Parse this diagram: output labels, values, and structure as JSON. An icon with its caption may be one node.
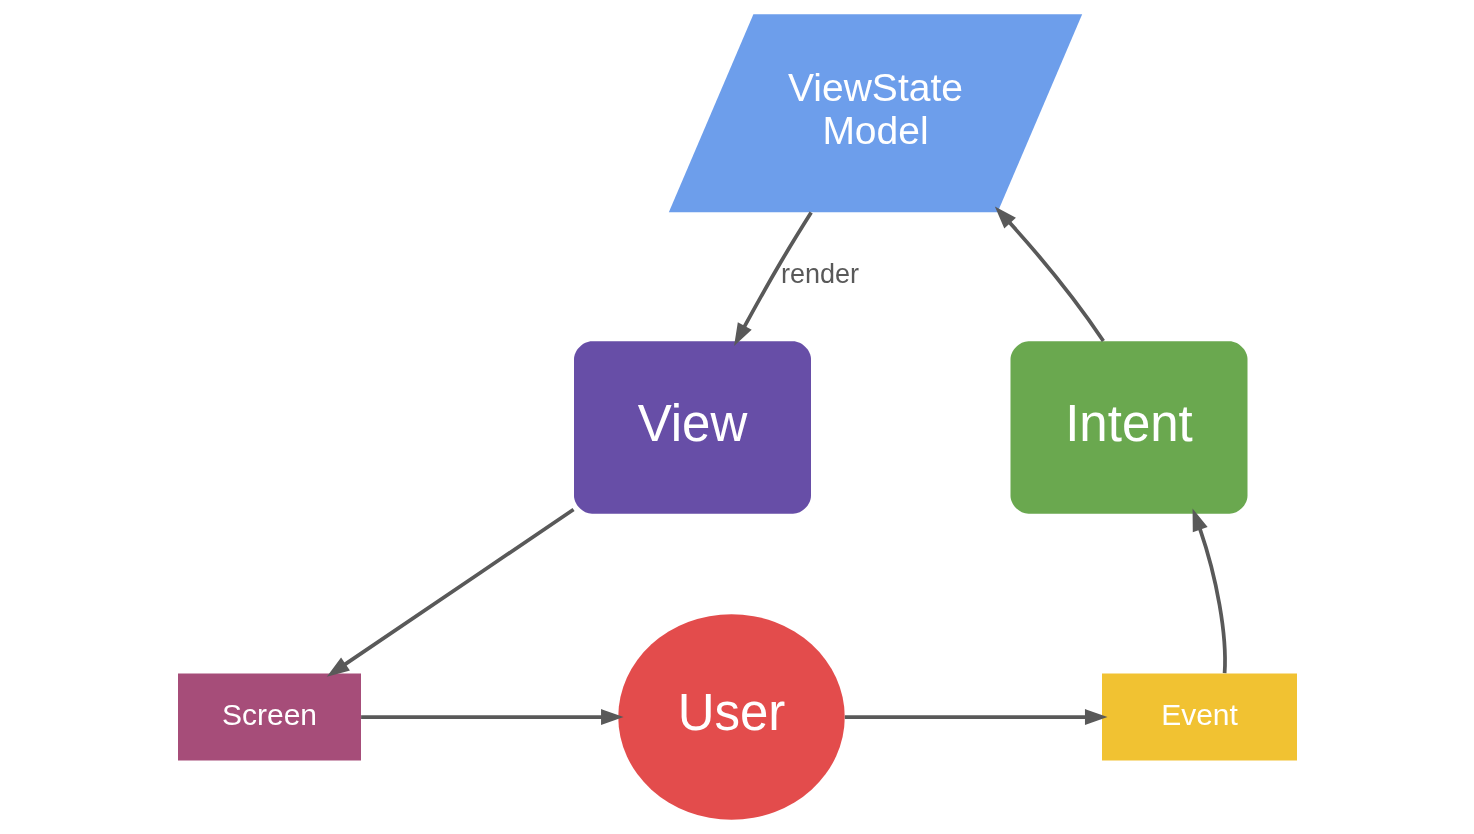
{
  "diagram": {
    "nodes": [
      {
        "text": [
          "ViewState",
          "Model"
        ]
      },
      {
        "text": [
          "View"
        ]
      },
      {
        "text": [
          "Intent"
        ]
      },
      {
        "text": [
          "Screen"
        ]
      },
      {
        "text": [
          "User"
        ]
      },
      {
        "text": [
          "Event"
        ]
      }
    ],
    "edges": [
      {
        "from": 0,
        "to": 1,
        "arrow": "to",
        "label": "render"
      },
      {
        "from": 1,
        "to": 3,
        "arrow": "to"
      },
      {
        "from": 3,
        "to": 4,
        "arrow": "to"
      },
      {
        "from": 4,
        "to": 5,
        "arrow": "to"
      },
      {
        "from": 5,
        "to": 2,
        "arrow": "to"
      },
      {
        "from": 2,
        "to": 0,
        "arrow": "to"
      }
    ]
  }
}
